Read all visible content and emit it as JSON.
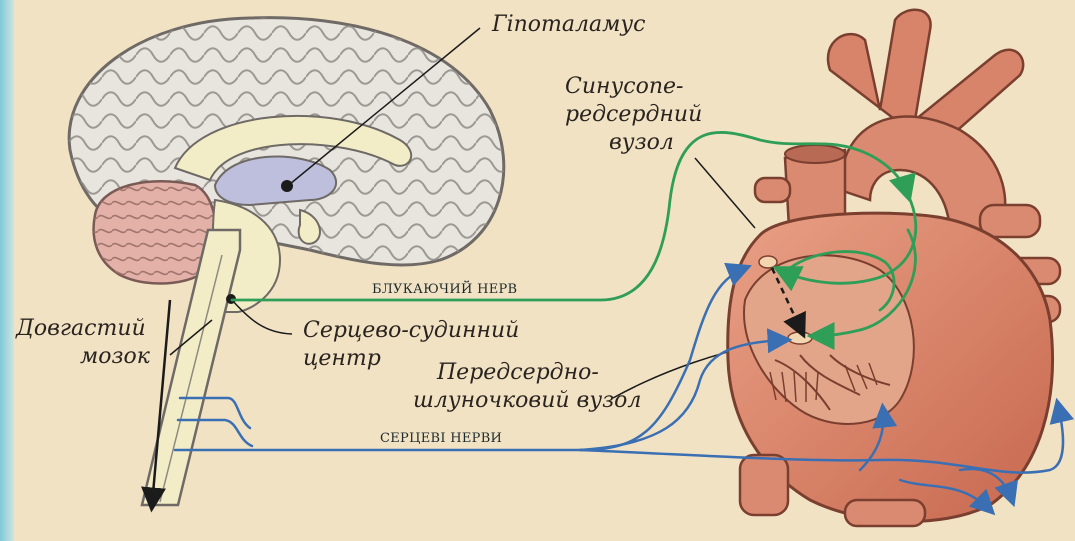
{
  "labels": {
    "hypothalamus": "Гіпоталамус",
    "sa_node_line1": "Синусопе-",
    "sa_node_line2": "редсердний",
    "sa_node_line3": "вузол",
    "medulla_line1": "Довгастий",
    "medulla_line2": "мозок",
    "cv_center_line1": "Серцево-судинний",
    "cv_center_line2": "центр",
    "av_node_line1": "Передсердно-",
    "av_node_line2": "шлуночковий вузол"
  },
  "captions": {
    "vagus_nerve": "БЛУКАЮЧИЙ НЕРВ",
    "cardiac_nerves": "СЕРЦЕВІ НЕРВИ"
  },
  "colors": {
    "background": "#f1e2c4",
    "vagus_nerve": "#2f9e57",
    "cardiac_nerves": "#3b6fb3",
    "heart": "#d9836a",
    "brain": "#e6e2dc"
  }
}
